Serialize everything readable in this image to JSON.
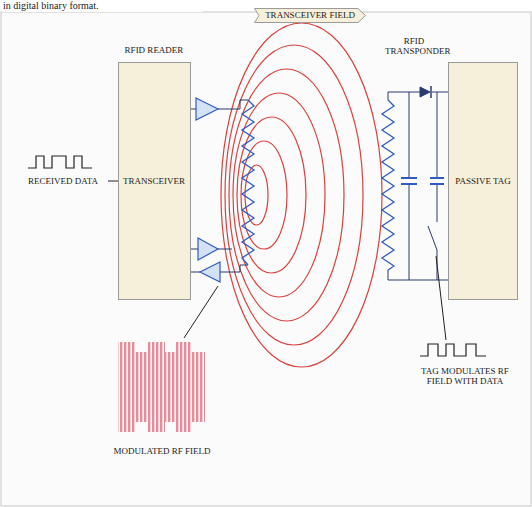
{
  "diagram": {
    "nodes": [
      {
        "text": [
          "RFID READER",
          "TRANSCEIVER"
        ]
      },
      {
        "text": [
          "TRANSCEIVER FIELD"
        ]
      },
      {
        "text": [
          "PASSIVE TAG"
        ]
      }
    ],
    "labels": [
      "in digital binary format.",
      "RECEIVED DATA",
      "RFID TRANSPONDER",
      "TAG MODULATES RF FIELD WITH DATA",
      "MODULATED RF FIELD"
    ]
  }
}
